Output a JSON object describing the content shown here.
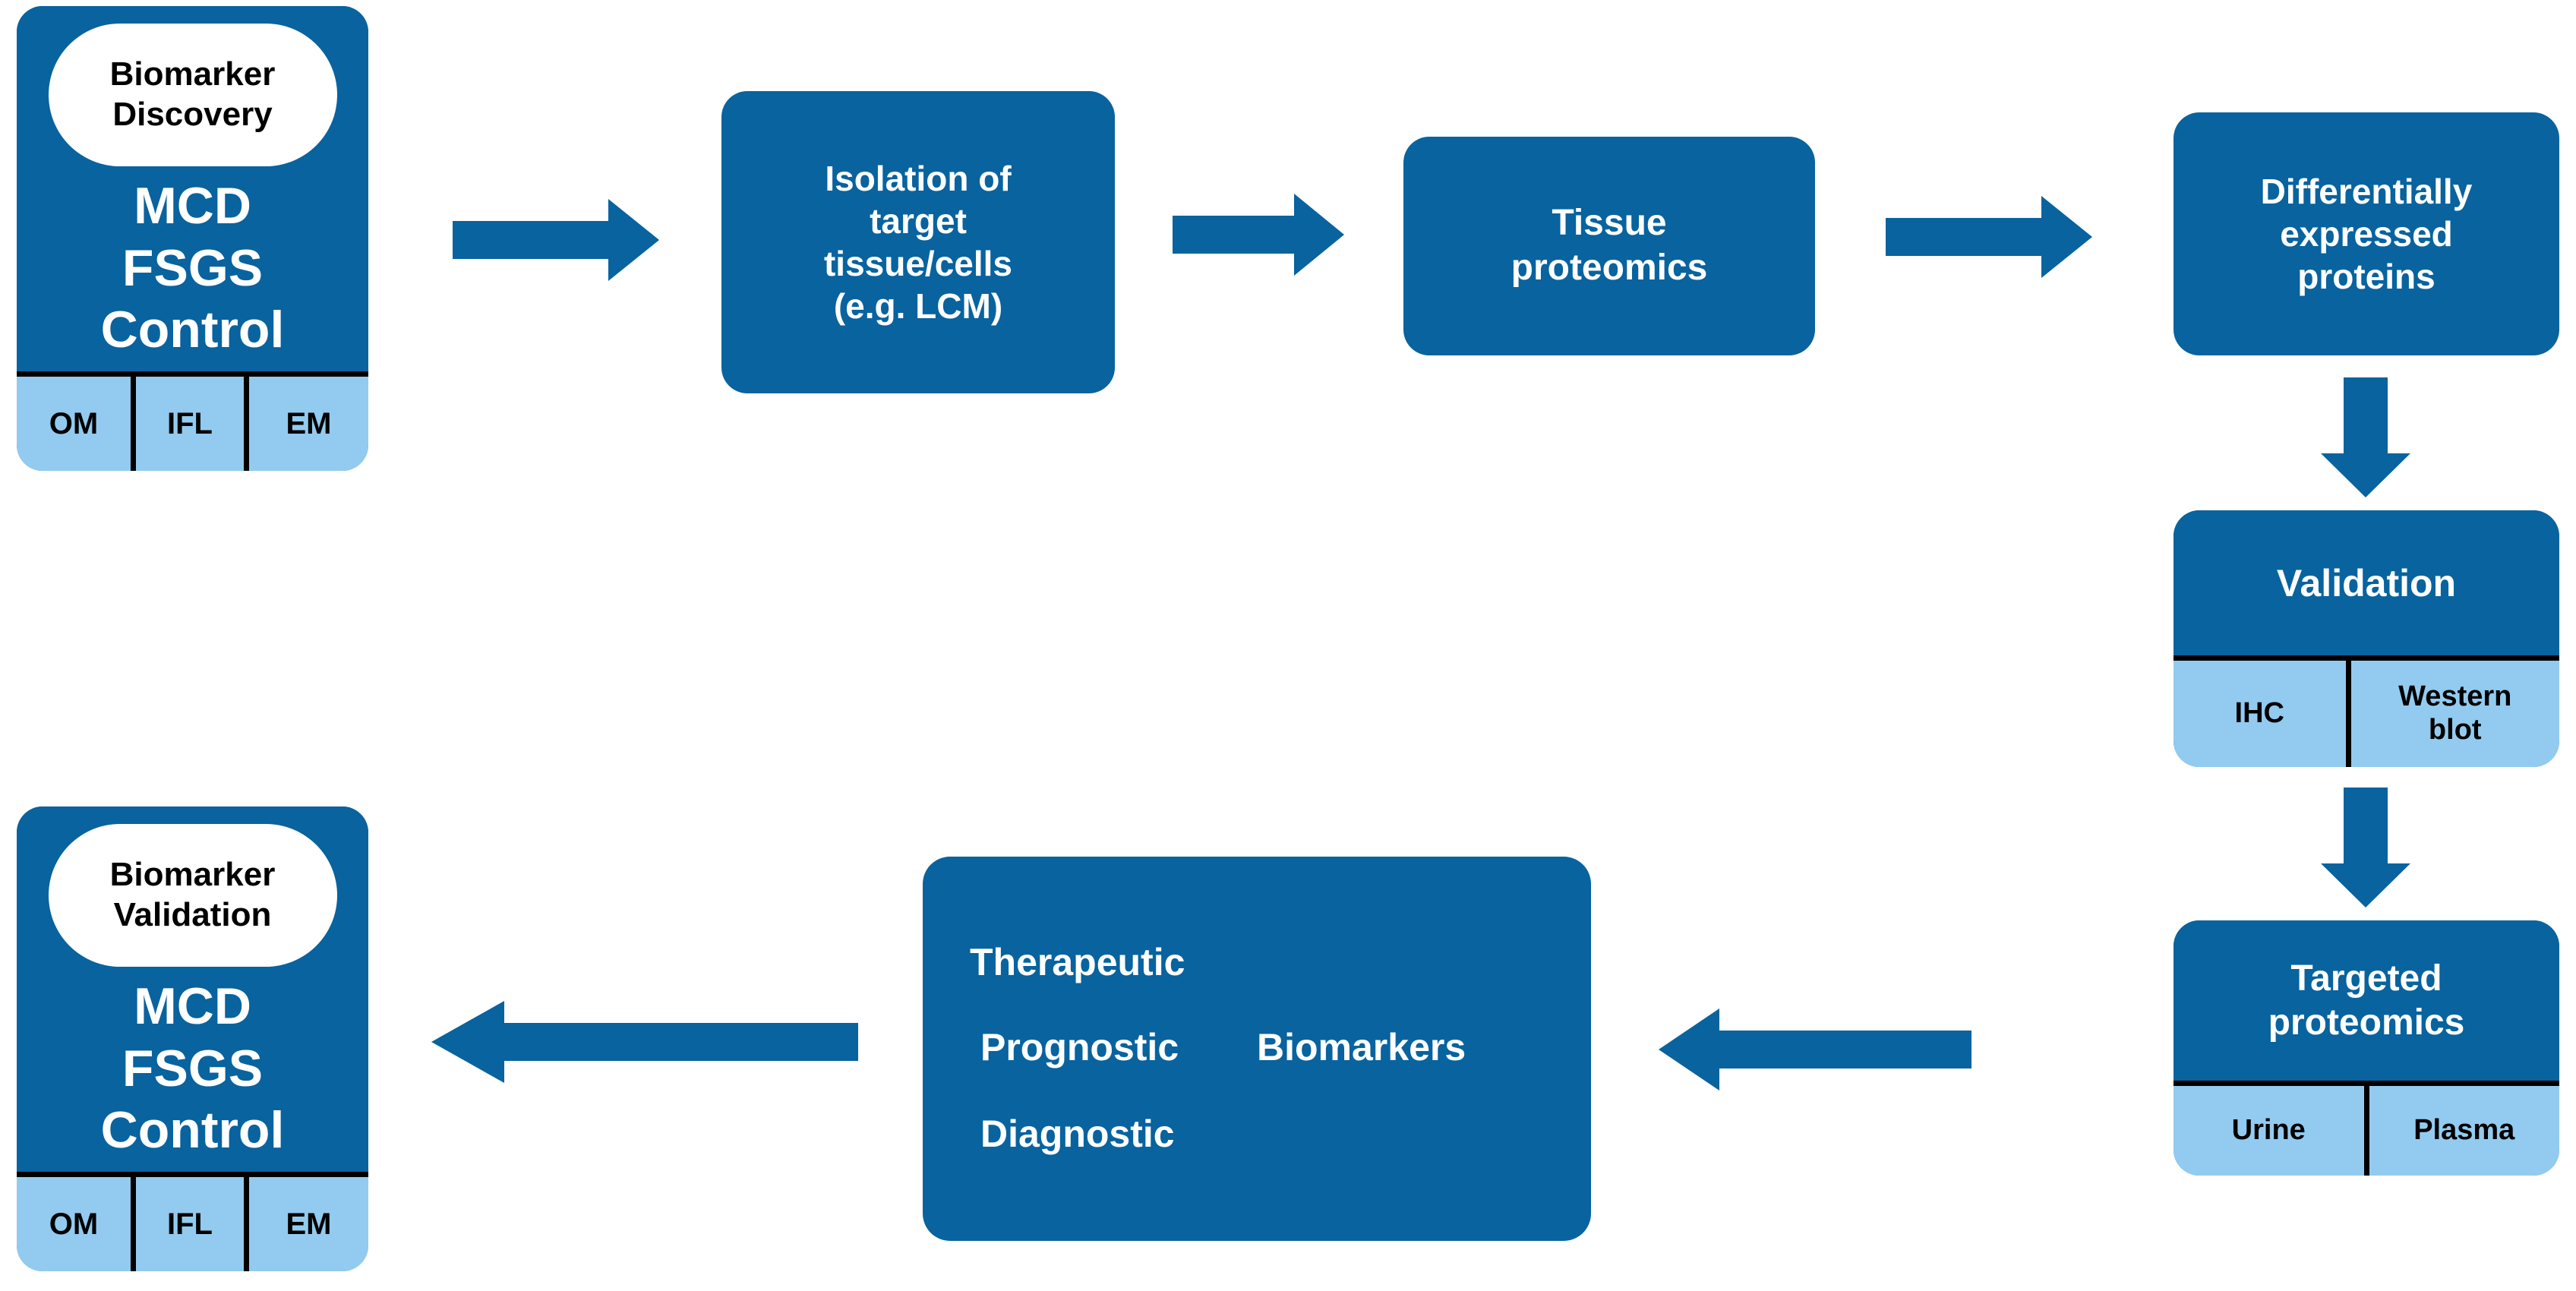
{
  "diagram": {
    "title": "Biomarker discovery and validation workflow",
    "colors": {
      "primary_blue": "#08639F",
      "light_blue": "#92CBEF",
      "divider_black": "#000000",
      "text_on_blue": "#FFFFFF"
    }
  },
  "discovery_box": {
    "pill_line1": "Biomarker",
    "pill_line2": "Discovery",
    "group1": "MCD",
    "group2": "FSGS",
    "group3": "Control",
    "cells": [
      {
        "label": "OM"
      },
      {
        "label": "IFL"
      },
      {
        "label": "EM"
      }
    ]
  },
  "isolation_box": {
    "line1": "Isolation of",
    "line2": "target",
    "line3": "tissue/cells",
    "line4": "(e.g. LCM)"
  },
  "tissue_proteomics_box": {
    "line1": "Tissue",
    "line2": "proteomics"
  },
  "dep_box": {
    "line1": "Differentially",
    "line2": "expressed",
    "line3": "proteins"
  },
  "validation_box": {
    "title": "Validation",
    "cells": [
      {
        "label": "IHC"
      },
      {
        "label": "Western blot"
      }
    ]
  },
  "targeted_proteomics_box": {
    "title_line1": "Targeted",
    "title_line2": "proteomics",
    "cells": [
      {
        "label": "Urine"
      },
      {
        "label": "Plasma"
      }
    ]
  },
  "biomarkers_box": {
    "therapeutic": "Therapeutic",
    "prognostic": "Prognostic",
    "biomarkers": "Biomarkers",
    "diagnostic": "Diagnostic"
  },
  "validation_result_box": {
    "pill_line1": "Biomarker",
    "pill_line2": "Validation",
    "group1": "MCD",
    "group2": "FSGS",
    "group3": "Control",
    "cells": [
      {
        "label": "OM"
      },
      {
        "label": "IFL"
      },
      {
        "label": "EM"
      }
    ]
  },
  "arrows": [
    {
      "name": "arrow-discovery-to-isolation",
      "direction": "right"
    },
    {
      "name": "arrow-isolation-to-tissue-proteomics",
      "direction": "right"
    },
    {
      "name": "arrow-tissue-proteomics-to-dep",
      "direction": "right"
    },
    {
      "name": "arrow-dep-to-validation",
      "direction": "down"
    },
    {
      "name": "arrow-validation-to-targeted-proteomics",
      "direction": "down"
    },
    {
      "name": "arrow-targeted-proteomics-to-biomarkers",
      "direction": "left"
    },
    {
      "name": "arrow-biomarkers-to-validation-result",
      "direction": "left"
    }
  ]
}
